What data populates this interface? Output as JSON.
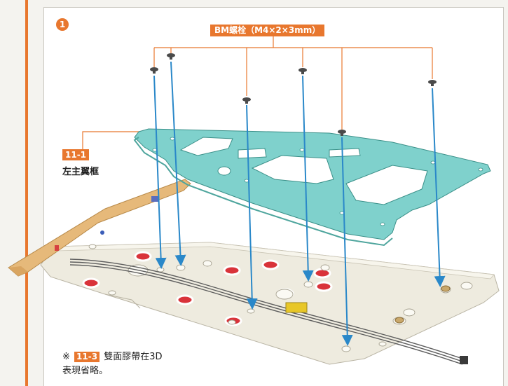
{
  "step": {
    "number": "1"
  },
  "callouts": {
    "bolts": "BM螺栓（M4×2×3mm）",
    "frame_code": "11-1",
    "frame_name": "左主翼框"
  },
  "note": {
    "prefix": "※",
    "ref_code": "11-3",
    "line1_rest": "雙面膠帶在3D",
    "line2": "表現省略。"
  },
  "colors": {
    "accent": "#e8772e",
    "plate": "#7fd1cc",
    "arrow": "#2a88c9"
  }
}
